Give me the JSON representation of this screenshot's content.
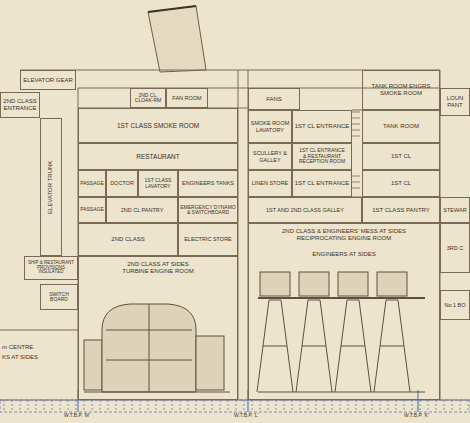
{
  "diagram": {
    "nodes": [
      {
        "text": [
          "ELEVATOR GEAR"
        ]
      },
      {
        "text": [
          "2ND CL. CLOAK-RM"
        ]
      },
      {
        "text": [
          "FAN ROOM"
        ]
      },
      {
        "text": [
          "FANS"
        ]
      },
      {
        "text": [
          "TANK ROOM ENGRS SMOKE ROOM"
        ]
      },
      {
        "text": [
          "LOUN PANT"
        ]
      },
      {
        "text": [
          "2ND CLASS ENTRANCE"
        ]
      },
      {
        "text": [
          "1ST CLASS SMOKE ROOM"
        ]
      },
      {
        "text": [
          "SMOKE ROOM LAVATORY"
        ]
      },
      {
        "text": [
          "1ST CL ENTRANCE"
        ]
      },
      {
        "text": [
          "TANK ROOM"
        ]
      },
      {
        "text": [
          "RESTAURANT"
        ]
      },
      {
        "text": [
          "SCULLERY & GALLEY"
        ]
      },
      {
        "text": [
          "1ST CL ENTRANCE",
          "& RESTAURANT RECEPTION ROOM"
        ]
      },
      {
        "text": [
          "1ST CL"
        ]
      },
      {
        "text": [
          "PASSAGE"
        ]
      },
      {
        "text": [
          "DOCTOR"
        ]
      },
      {
        "text": [
          "1ST CLASS LAVATORY"
        ]
      },
      {
        "text": [
          "ENGINEERS TANKS"
        ]
      },
      {
        "text": [
          "LINEN STORE"
        ]
      },
      {
        "text": [
          "1ST CL ENTRANCE"
        ]
      },
      {
        "text": [
          "1ST CL"
        ]
      },
      {
        "text": [
          "PASSAGE"
        ]
      },
      {
        "text": [
          "2ND CL PANTRY"
        ]
      },
      {
        "text": [
          "EMERGENCY DYNAMO & SWITCHBOARD"
        ]
      },
      {
        "text": [
          "1ST AND 2ND CLASS GALLEY"
        ]
      },
      {
        "text": [
          "1ST CLASS PANTRY"
        ]
      },
      {
        "text": [
          "STEWAR"
        ]
      },
      {
        "text": [
          "ELEVATOR TRUNK"
        ]
      },
      {
        "text": [
          "2ND CLASS"
        ]
      },
      {
        "text": [
          "ELECTRIC STORE"
        ]
      },
      {
        "text": [
          "2ND CLASS AT SIDES",
          "TURBINE ENGINE ROOM"
        ]
      },
      {
        "text": [
          "2ND CLASS & ENGINEERS' MESS AT SIDES",
          "RECIPROCATING ENGINE ROOM",
          "ENGINEERS AT SIDES"
        ]
      },
      {
        "text": [
          "3RD C"
        ]
      },
      {
        "text": [
          "SHIP & RESTAURANT PROVISIONS INSULATED"
        ]
      },
      {
        "text": [
          "SWITCH BOARD"
        ]
      },
      {
        "text": [
          "No.1 BO"
        ]
      }
    ],
    "labels": [
      "m CENTRE",
      "KS AT SIDES",
      "W.T.B.P. 'M'",
      "W.T.B.P. 'L'",
      "W.T.B.P. 'K'"
    ]
  }
}
